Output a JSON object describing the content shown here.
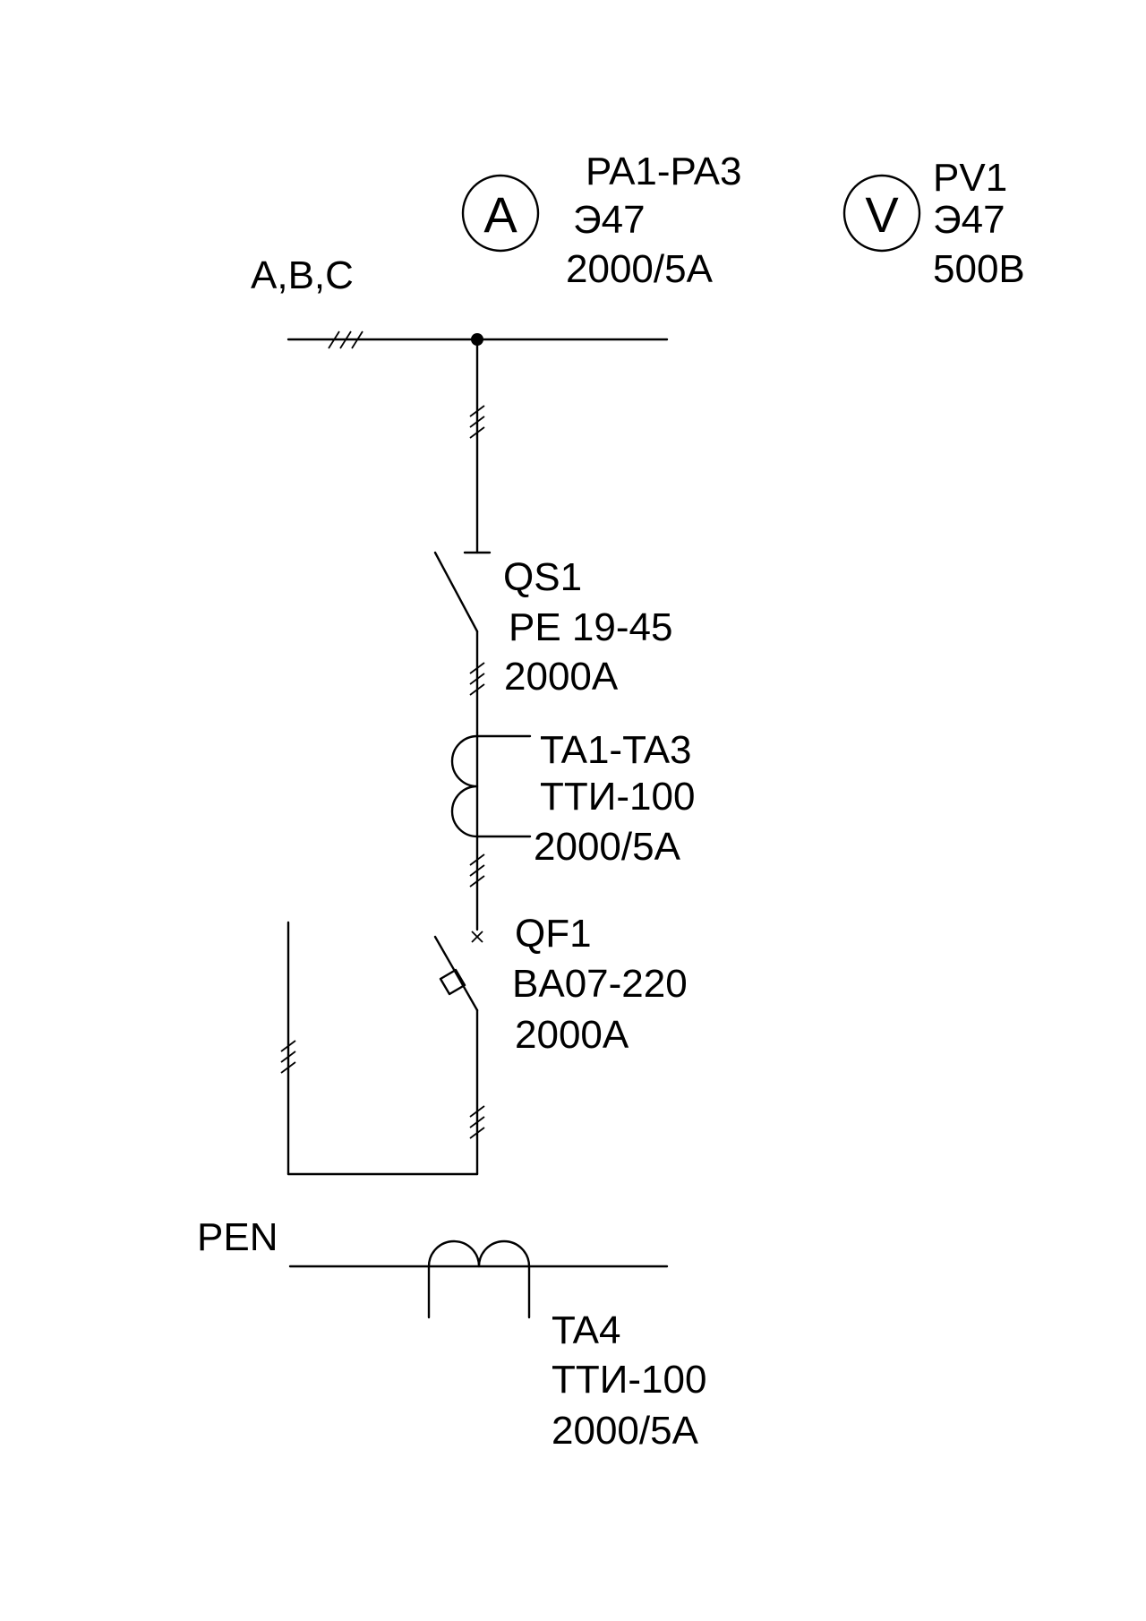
{
  "bus": {
    "phase_label": "A,B,C",
    "pen_label": "PEN"
  },
  "ammeter": {
    "symbol": "A",
    "designation": "PA1-PA3",
    "type": "Э47",
    "rating": "2000/5A"
  },
  "voltmeter": {
    "symbol": "V",
    "designation": "PV1",
    "type": "Э47",
    "rating": "500В"
  },
  "switch_qs1": {
    "designation": "QS1",
    "type": "PE 19-45",
    "rating": "2000A"
  },
  "ct_ta1_ta3": {
    "designation": "TA1-TA3",
    "type": "ТТИ-100",
    "rating": "2000/5A"
  },
  "breaker_qf1": {
    "designation": "QF1",
    "type": "BA07-220",
    "rating": "2000A"
  },
  "ct_ta4": {
    "designation": "TA4",
    "type": "ТТИ-100",
    "rating": "2000/5A"
  },
  "colors": {
    "ink": "#000000",
    "paper": "#ffffff"
  }
}
